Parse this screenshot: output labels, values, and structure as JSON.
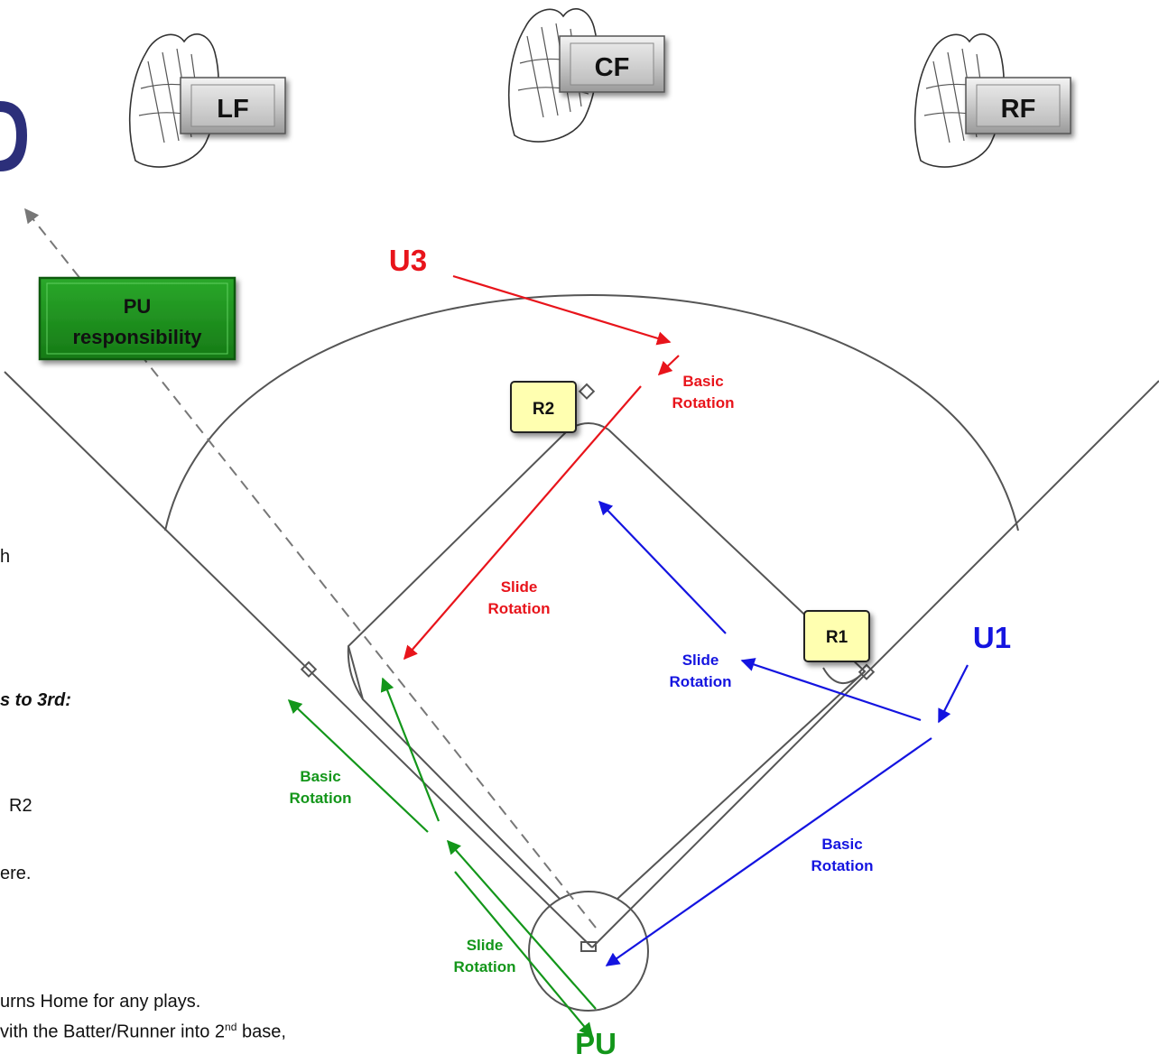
{
  "colors": {
    "red": "#e8141b",
    "blue": "#1414e0",
    "green": "#13961a",
    "field_line": "#555555",
    "dashed": "#777777",
    "badge_fill": "#ffffb0",
    "pu_box_fill": "#1e8f1e"
  },
  "fielders": [
    {
      "label": "LF",
      "icon": "glove-icon"
    },
    {
      "label": "CF",
      "icon": "glove-icon"
    },
    {
      "label": "RF",
      "icon": "glove-icon"
    }
  ],
  "pu_box": {
    "line1": "PU",
    "line2": "responsibility"
  },
  "umpires": {
    "u3": "U3",
    "u1": "U1",
    "pu": "PU"
  },
  "runners": {
    "r1": "R1",
    "r2": "R2"
  },
  "rotation_labels": {
    "u3_basic": [
      "Basic",
      "Rotation"
    ],
    "u3_slide": [
      "Slide",
      "Rotation"
    ],
    "u1_slide": [
      "Slide",
      "Rotation"
    ],
    "u1_basic": [
      "Basic",
      "Rotation"
    ],
    "pu_basic": [
      "Basic",
      "Rotation"
    ],
    "pu_slide": [
      "Slide",
      "Rotation"
    ]
  },
  "left_text": {
    "t1": "h",
    "t2": "s to 3rd:",
    "t3": "R2",
    "t4": "ere.",
    "t5": "urns Home for any plays.",
    "t6_main": "vith the Batter/Runner into 2",
    "t6_sup": "nd",
    "t6_end": " base,"
  }
}
